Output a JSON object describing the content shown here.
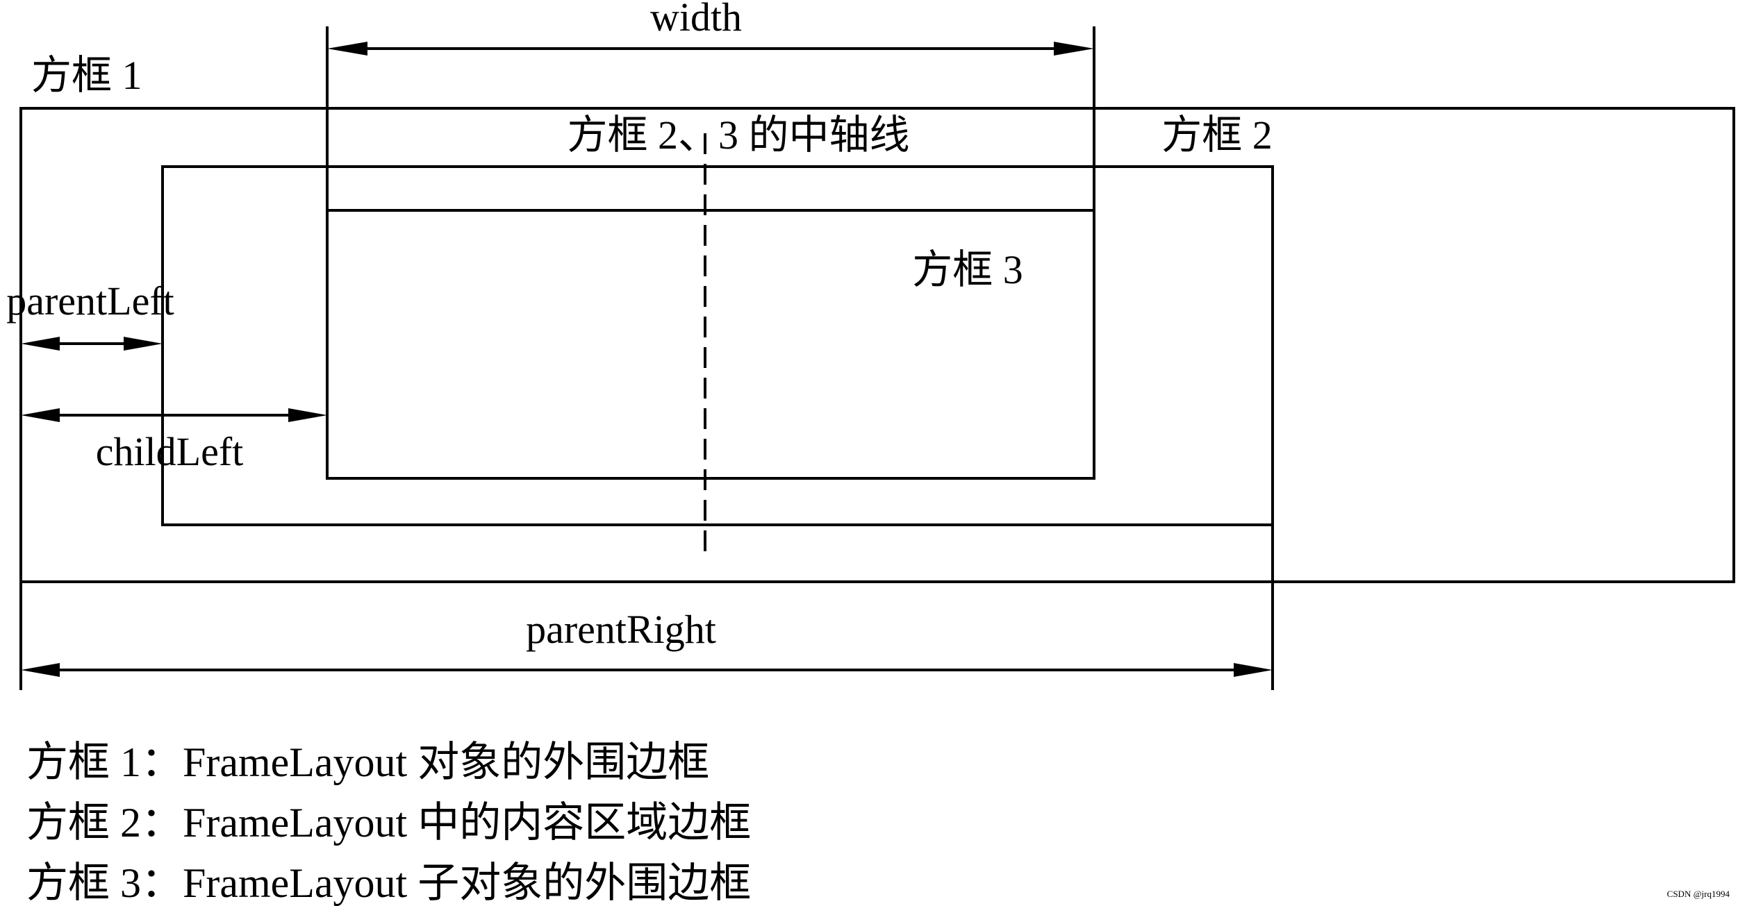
{
  "labels": {
    "width": "width",
    "box1": "方框 1",
    "box2": "方框 2",
    "box3": "方框 3",
    "axis": "方框 2、3 的中轴线",
    "parent_left": "parentLeft",
    "child_left": "childLeft",
    "parent_right": "parentRight"
  },
  "legend": [
    "方框 1：FrameLayout 对象的外围边框",
    "方框 2：FrameLayout 中的内容区域边框",
    "方框 3：FrameLayout 子对象的外围边框"
  ],
  "watermark": "CSDN @jrq1994"
}
